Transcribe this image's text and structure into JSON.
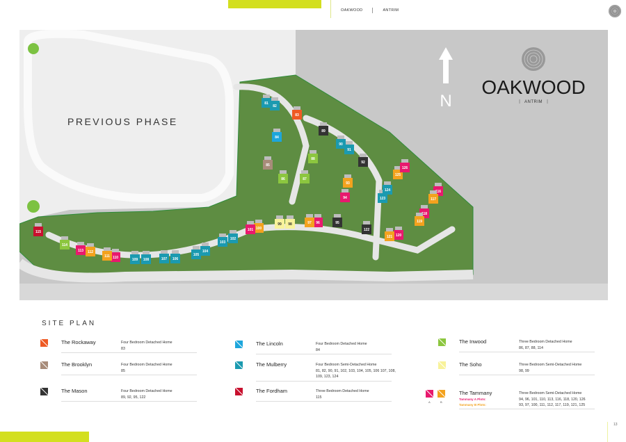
{
  "colors": {
    "accent": "#d3df1f",
    "map_bg": "#c8c8c8",
    "green": "#5e8d42",
    "road": "#e6e6e6"
  },
  "header": {
    "crumbs": [
      "OAKWOOD",
      "ANTRIM"
    ],
    "corner_icon": "oakwood-rings-icon"
  },
  "map": {
    "previous_phase_label": "PREVIOUS PHASE",
    "north_label": "N",
    "logo": {
      "name": "OAKWOOD",
      "location": "ANTRIM"
    },
    "plots": [
      {
        "n": "81",
        "type": "mulberry"
      },
      {
        "n": "82",
        "type": "mulberry"
      },
      {
        "n": "83",
        "type": "rockaway"
      },
      {
        "n": "84",
        "type": "lincoln"
      },
      {
        "n": "85",
        "type": "brooklyn"
      },
      {
        "n": "86",
        "type": "inwood"
      },
      {
        "n": "87",
        "type": "inwood"
      },
      {
        "n": "88",
        "type": "inwood"
      },
      {
        "n": "89",
        "type": "mason"
      },
      {
        "n": "90",
        "type": "mulberry"
      },
      {
        "n": "91",
        "type": "mulberry"
      },
      {
        "n": "92",
        "type": "mason"
      },
      {
        "n": "93",
        "type": "tammany_b"
      },
      {
        "n": "94",
        "type": "tammany_a"
      },
      {
        "n": "95",
        "type": "mason"
      },
      {
        "n": "96",
        "type": "tammany_a"
      },
      {
        "n": "97",
        "type": "tammany_b"
      },
      {
        "n": "98",
        "type": "soho"
      },
      {
        "n": "99",
        "type": "soho"
      },
      {
        "n": "100",
        "type": "tammany_b"
      },
      {
        "n": "101",
        "type": "tammany_a"
      },
      {
        "n": "102",
        "type": "mulberry"
      },
      {
        "n": "103",
        "type": "mulberry"
      },
      {
        "n": "104",
        "type": "mulberry"
      },
      {
        "n": "105",
        "type": "mulberry"
      },
      {
        "n": "106",
        "type": "mulberry"
      },
      {
        "n": "107",
        "type": "mulberry"
      },
      {
        "n": "108",
        "type": "mulberry"
      },
      {
        "n": "109",
        "type": "mulberry"
      },
      {
        "n": "110",
        "type": "tammany_a"
      },
      {
        "n": "111",
        "type": "tammany_b"
      },
      {
        "n": "112",
        "type": "tammany_b"
      },
      {
        "n": "113",
        "type": "tammany_a"
      },
      {
        "n": "114",
        "type": "inwood"
      },
      {
        "n": "115",
        "type": "fordham"
      },
      {
        "n": "116",
        "type": "tammany_a"
      },
      {
        "n": "117",
        "type": "tammany_b"
      },
      {
        "n": "118",
        "type": "tammany_a"
      },
      {
        "n": "119",
        "type": "tammany_b"
      },
      {
        "n": "120",
        "type": "tammany_a"
      },
      {
        "n": "121",
        "type": "tammany_b"
      },
      {
        "n": "122",
        "type": "mason"
      },
      {
        "n": "123",
        "type": "mulberry"
      },
      {
        "n": "124",
        "type": "mulberry"
      },
      {
        "n": "125",
        "type": "tammany_b"
      },
      {
        "n": "126",
        "type": "tammany_a"
      }
    ]
  },
  "legend": {
    "title": "SITE PLAN",
    "items": [
      {
        "key": "rockaway",
        "name": "The Rockaway",
        "desc": "Four Bedroom Detached Home",
        "plots": "83",
        "color": "#ee5a24"
      },
      {
        "key": "brooklyn",
        "name": "The Brooklyn",
        "desc": "Four Bedroom Detached Home",
        "plots": "85",
        "color": "#a88c7a"
      },
      {
        "key": "mason",
        "name": "The Mason",
        "desc": "Four Bedroom Detached Home",
        "plots": "89, 92, 95, 122",
        "color": "#333333"
      },
      {
        "key": "lincoln",
        "name": "The Lincoln",
        "desc": "Four Bedroom Detached Home",
        "plots": "84",
        "color": "#1da6dc"
      },
      {
        "key": "mulberry",
        "name": "The Mulberry",
        "desc": "Four Bedroom Semi-Detached Home",
        "plots": "81, 82, 90, 91, 102, 103, 104, 105, 106 107, 108, 109, 123, 124",
        "color": "#1b9ab0"
      },
      {
        "key": "fordham",
        "name": "The Fordham",
        "desc": "Three Bedroom Detached Home",
        "plots": "115",
        "color": "#c8102e"
      },
      {
        "key": "inwood",
        "name": "The Inwood",
        "desc": "Three Bedroom Detached Home",
        "plots": "86, 87, 88, 114",
        "color": "#8cc63f"
      },
      {
        "key": "soho",
        "name": "The Soho",
        "desc": "Three Bedroom Semi-Detached Home",
        "plots": "98, 99",
        "color": "#f8f29a"
      }
    ],
    "tammany": {
      "name": "The Tammany",
      "desc": "Three Bedroom Semi-Detached Home",
      "a_label": "Tammany A Plots:",
      "a_plots": "94, 96, 101, 110, 113, 116, 118, 120, 126",
      "a_color": "#e8196e",
      "a_tag": "A",
      "b_label": "Tammany B Plots:",
      "b_plots": "93, 97, 100, 111, 112, 117, 119, 121, 125",
      "b_color": "#f3a21e",
      "b_tag": "B"
    }
  },
  "page_number": "13"
}
